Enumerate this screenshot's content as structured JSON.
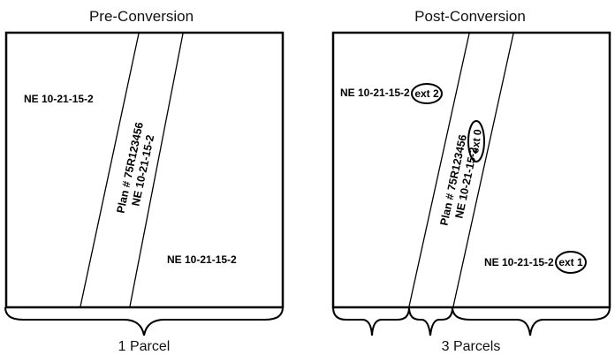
{
  "pre": {
    "title": "Pre-Conversion",
    "parcel_upper": "NE 10-21-15-2",
    "plan_line1": "Plan # 75R123456",
    "plan_line2": "NE 10-21-15-2",
    "parcel_lower": "NE 10-21-15-2",
    "caption": "1 Parcel"
  },
  "post": {
    "title": "Post-Conversion",
    "parcel_upper": "NE 10-21-15-2",
    "ext_upper": "ext 2",
    "plan_line1": "Plan # 75R123456",
    "plan_line2": "NE 10-21-15-2",
    "ext_plan": "ext 0",
    "parcel_lower": "NE 10-21-15-2",
    "ext_lower": "ext 1",
    "caption": "3 Parcels"
  }
}
